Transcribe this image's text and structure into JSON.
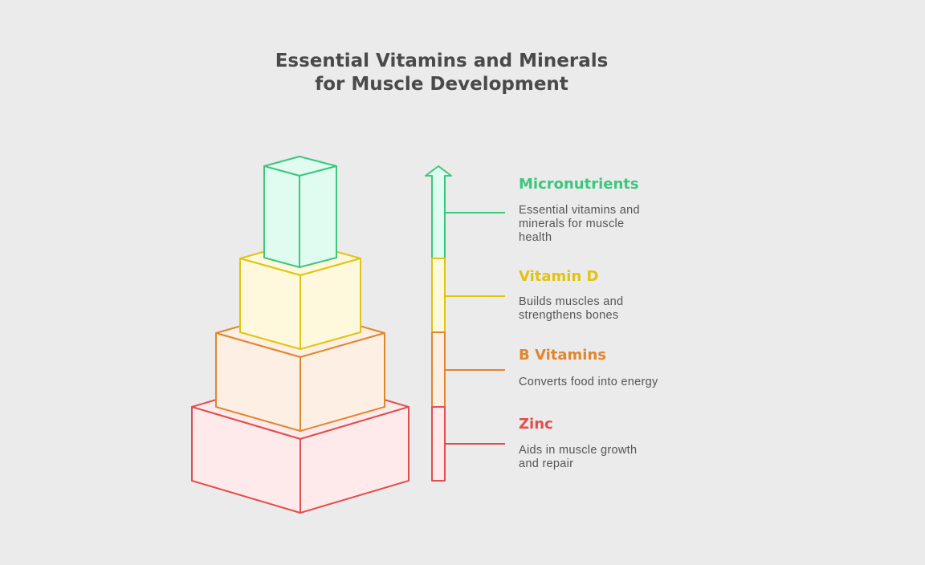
{
  "title": {
    "line1": "Essential Vitamins and Minerals",
    "line2": "for Muscle Development"
  },
  "colors": {
    "background": "#ebebeb",
    "title_text": "#4a4a4a",
    "body_text": "#555555",
    "micronutrients": "#3cc77d",
    "vitamin_d": "#e0c411",
    "b_vitamins": "#e0862f",
    "zinc": "#e24d4d"
  },
  "levels": [
    {
      "id": "micronutrients",
      "heading": "Micronutrients",
      "description": "Essential vitamins and\nminerals for muscle\nhealth",
      "color": "#3cc77d",
      "fill": "#e0fbef"
    },
    {
      "id": "vitamin-d",
      "heading": "Vitamin D",
      "description": "Builds muscles and\nstrengthens bones",
      "color": "#e0c411",
      "fill": "#fef8dc"
    },
    {
      "id": "b-vitamins",
      "heading": "B Vitamins",
      "description": "Converts food into energy",
      "color": "#e0862f",
      "fill": "#fdefe3"
    },
    {
      "id": "zinc",
      "heading": "Zinc",
      "description": "Aids in muscle growth\nand repair",
      "color": "#e24d4d",
      "fill": "#feeaea"
    }
  ]
}
